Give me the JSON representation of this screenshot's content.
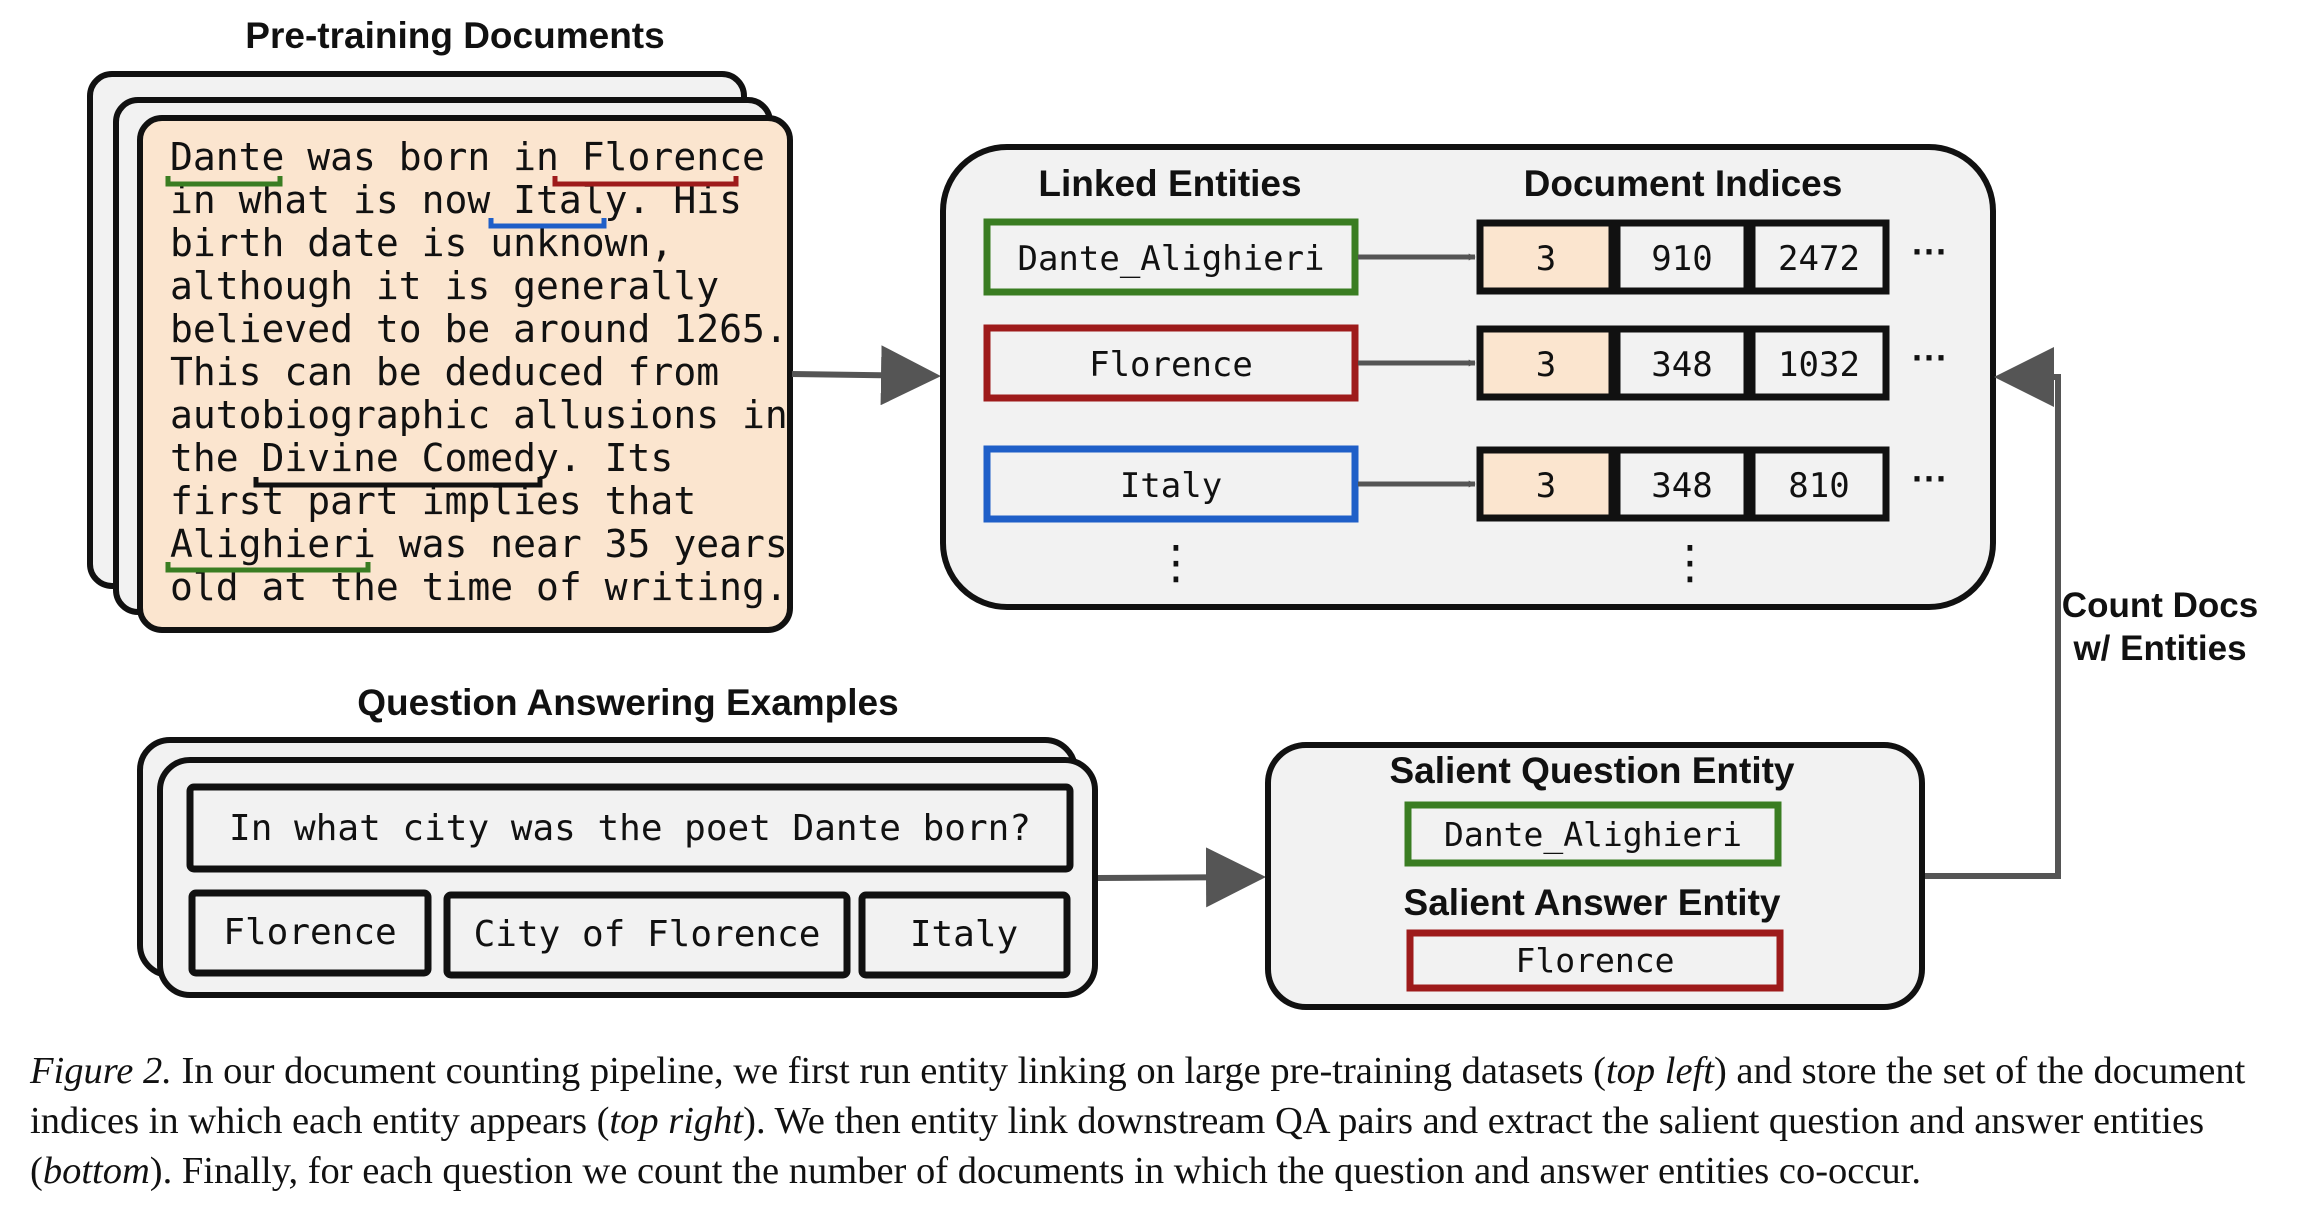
{
  "pretraining": {
    "title": "Pre-training Documents",
    "doc_lines": [
      "Dante was born in Florence",
      "in what is now Italy. His",
      "birth date is unknown,",
      "although it is generally",
      "believed to be around 1265.",
      "This can be deduced from",
      "autobiographic allusions in",
      "the Divine Comedy. Its",
      "first part implies that",
      "Alighieri was near 35 years",
      "old at the time of writing."
    ]
  },
  "index": {
    "linked_entities_title": "Linked Entities",
    "document_indices_title": "Document Indices",
    "rows": [
      {
        "entity": "Dante_Alighieri",
        "color": "#3a7d22",
        "indices": [
          "3",
          "910",
          "2472"
        ]
      },
      {
        "entity": "Florence",
        "color": "#9e1b1b",
        "indices": [
          "3",
          "348",
          "1032"
        ]
      },
      {
        "entity": "Italy",
        "color": "#1f5fc8",
        "indices": [
          "3",
          "348",
          "810"
        ]
      }
    ],
    "ellipsis": "···",
    "vertical_ellipsis": "⋮"
  },
  "count_label_line1": "Count Docs",
  "count_label_line2": "w/ Entities",
  "qa": {
    "title": "Question Answering Examples",
    "question": "In what city was the poet Dante born?",
    "answers": [
      "Florence",
      "City of Florence",
      "Italy"
    ]
  },
  "salient": {
    "question_title": "Salient Question Entity",
    "question_entity": "Dante_Alighieri",
    "answer_title": "Salient Answer Entity",
    "answer_entity": "Florence"
  },
  "caption": {
    "label": "Figure 2.",
    "t1": " In our document counting pipeline, we first run entity linking on large pre-training datasets (",
    "i1": "top left",
    "t2": ") and store the set of the document indices in which each entity appears (",
    "i2": "top right",
    "t3": "). We then entity link downstream QA pairs and extract the salient question and answer entities (",
    "i3": "bottom",
    "t4": "). Finally, for each question we count the number of documents in which the question and answer entities co-occur."
  },
  "colors": {
    "doc_fill": "#fbe5cf",
    "panel_fill": "#f2f2f2",
    "green": "#3a7d22",
    "red": "#9e1b1b",
    "blue": "#1f5fc8",
    "arrow": "#555555"
  }
}
